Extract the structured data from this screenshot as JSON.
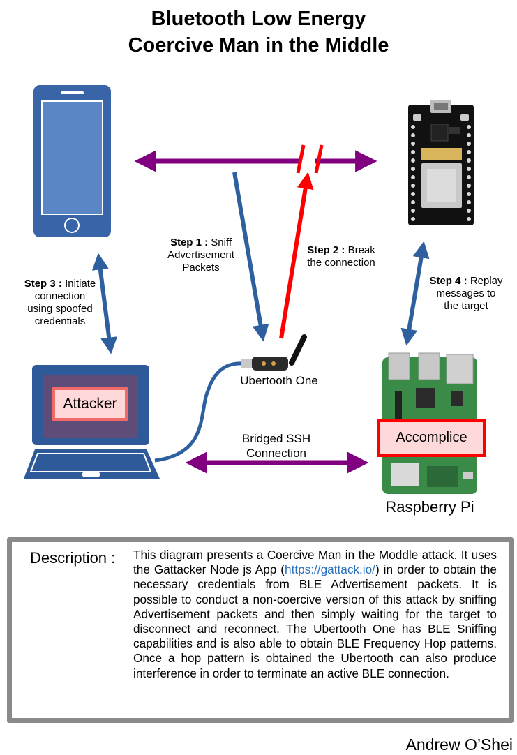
{
  "title": {
    "line1": "Bluetooth Low Energy",
    "line2": "Coercive Man in the Middle"
  },
  "steps": {
    "step1": {
      "prefix": "Step 1 :",
      "line1": "Sniff",
      "line2": "Advertisement",
      "line3": "Packets"
    },
    "step2": {
      "prefix": "Step 2 :",
      "line1": "Break",
      "line2": "the connection"
    },
    "step3": {
      "prefix": "Step 3 :",
      "line1": "Initiate",
      "line2": "connection",
      "line3": "using spoofed",
      "line4": "credentials"
    },
    "step4": {
      "prefix": "Step 4 :",
      "line1": "Replay",
      "line2": "messages to",
      "line3": "the target"
    }
  },
  "labels": {
    "attacker": "Attacker",
    "accomplice": "Accomplice",
    "ubertooth": "Ubertooth One",
    "raspberry_pi": "Raspberry Pi",
    "bridge_line1": "Bridged SSH",
    "bridge_line2": "Connection"
  },
  "description": {
    "heading": "Description :",
    "text_before_link": "This diagram presents a Coercive Man in the Moddle attack. It uses the Gattacker Node js App (",
    "link": "https://gattack.io/",
    "text_after_link": ") in order to obtain the necessary credentials from BLE Advertisement packets. It is possible to conduct a non-coercive version of this attack by sniffing Advertisement packets and then simply waiting for the target to disconnect and reconnect. The Ubertooth One has BLE Sniffing capabilities and is also able to obtain BLE Frequency Hop patterns. Once a hop pattern is obtained the Ubertooth can also produce interference in order to terminate an active BLE connection."
  },
  "author": "Andrew O’Shei",
  "colors": {
    "purple": "#800080",
    "blue": "#2e5f9e",
    "red": "#ff0000",
    "phone": "#3a64a8",
    "laptop": "#2f5a99",
    "board_green": "#3a8a48"
  }
}
